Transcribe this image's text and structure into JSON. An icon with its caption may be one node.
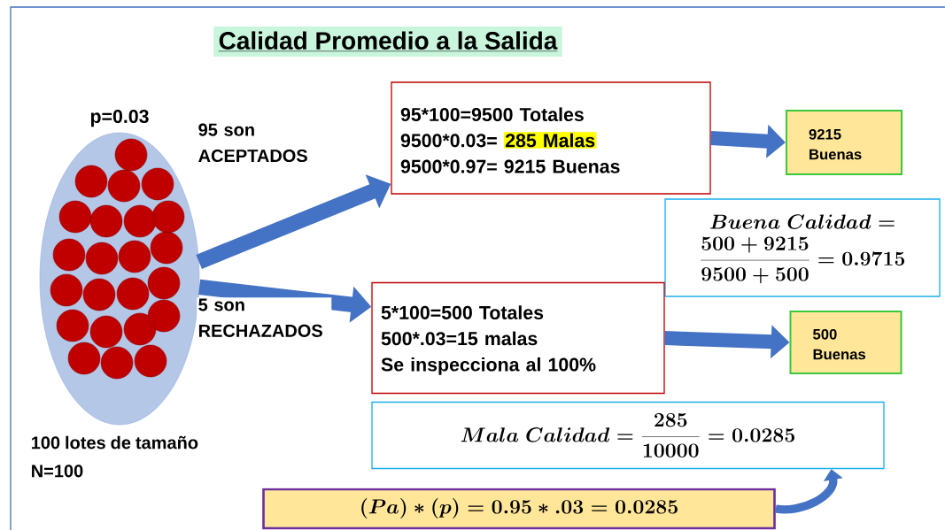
{
  "diagram": {
    "title": "Calidad Promedio a la Salida",
    "nodes": [
      {
        "text": [
          "p=0.03"
        ],
        "beside": [
          "100 lotes de tamaño N=100"
        ]
      },
      {
        "text": [
          "95*100=9500 Totales",
          "9500*0.03=",
          "285 Malas",
          "9500*0.97= 9215 Buenas"
        ]
      },
      {
        "text": [
          "9215 Buenas"
        ]
      },
      {
        "text": [
          "Buena\\ Calidad =",
          "\\frac{500+9215}{9500+500} = 0.9715"
        ]
      },
      {
        "text": [
          "5*100=500 Totales",
          "500*.03=15 malas",
          "Se inspecciona al 100%"
        ]
      },
      {
        "text": [
          "500 Buenas"
        ]
      },
      {
        "text": [
          "Mala\\ Calidad = \\frac{285}{10000} = 0.0285"
        ]
      },
      {
        "text": [
          "(Pa)*(p) = 0.95*.03 = 0.0285"
        ]
      }
    ],
    "edges": [
      {
        "from": 0,
        "to": 1,
        "arrow": "to",
        "label": "95 son ACEPTADOS"
      },
      {
        "from": 0,
        "to": 4,
        "arrow": "to",
        "label": "5 son RECHAZADOS"
      },
      {
        "from": 1,
        "to": 2,
        "arrow": "to"
      },
      {
        "from": 4,
        "to": 5,
        "arrow": "to"
      },
      {
        "from": 7,
        "to": 6,
        "arrow": "to"
      }
    ]
  }
}
